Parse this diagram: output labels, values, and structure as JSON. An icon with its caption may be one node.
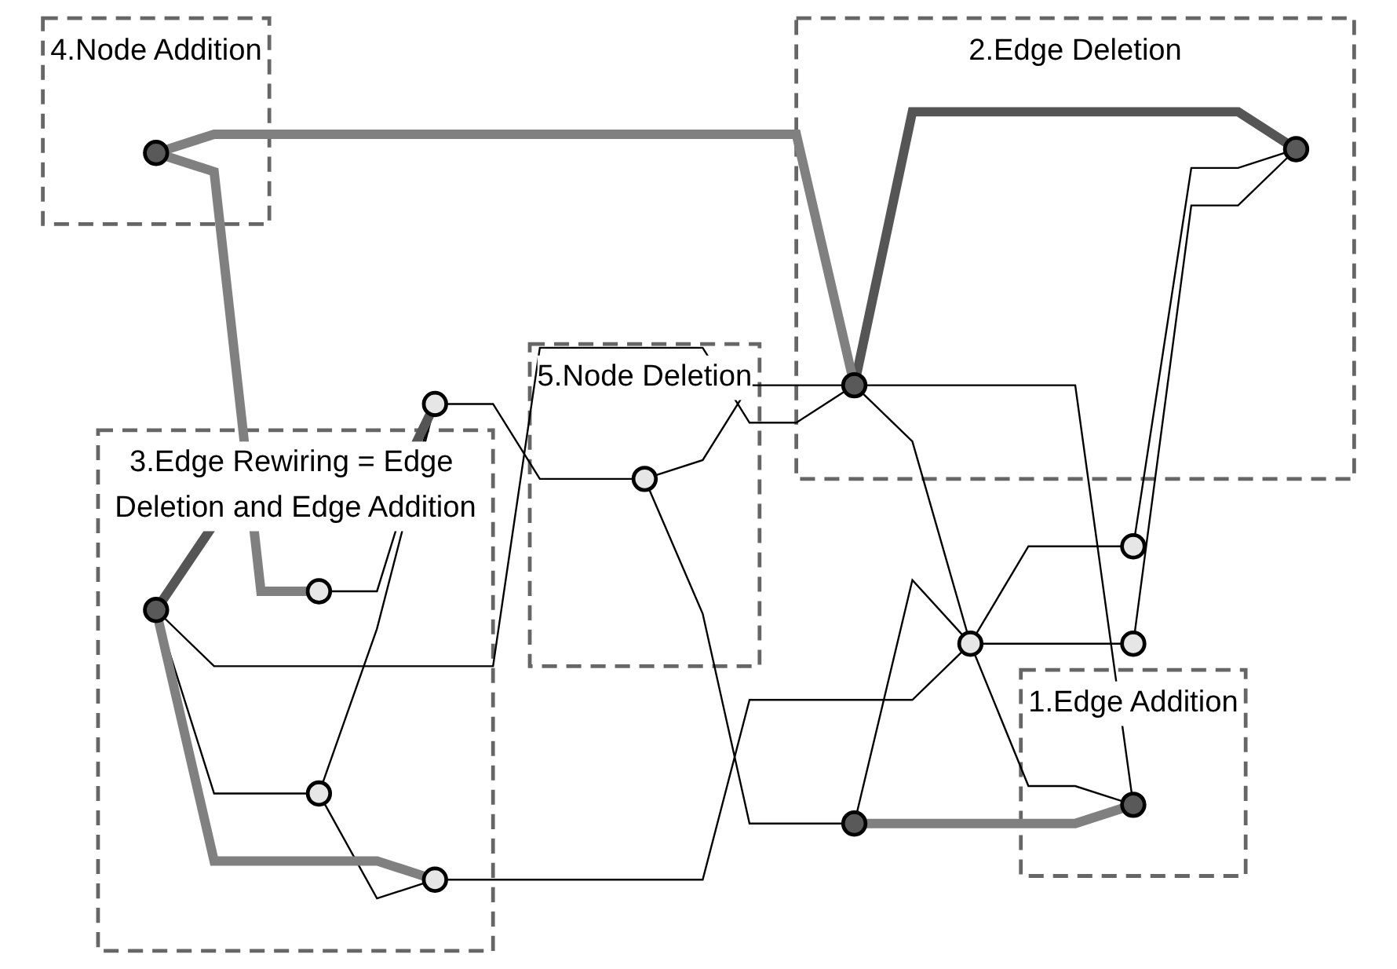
{
  "diagram": {
    "nodes": [
      {
        "text": [
          "3.Edge Rewiring = Edge Deletion and Edge Addition"
        ]
      },
      {
        "text": [],
        "shape": "circle",
        "in": 0
      },
      {
        "text": [],
        "shape": "circle",
        "in": 0
      },
      {
        "text": [],
        "shape": "circle",
        "in": 0
      },
      {
        "text": [],
        "shape": "circle",
        "in": 0
      },
      {
        "text": [
          "5.Node Deletion"
        ]
      },
      {
        "text": [],
        "shape": "circle",
        "in": 5
      },
      {
        "text": [],
        "shape": "circle"
      },
      {
        "text": [],
        "shape": "circle"
      },
      {
        "text": [
          "1.Edge Addition"
        ]
      },
      {
        "text": [],
        "shape": "circle",
        "in": 9
      },
      {
        "text": [],
        "shape": "circle"
      },
      {
        "text": [
          "4.Node Addition"
        ]
      },
      {
        "text": [],
        "shape": "circle",
        "in": 12
      },
      {
        "text": [
          "2.Edge Deletion"
        ]
      },
      {
        "text": [],
        "shape": "circle",
        "in": 14
      },
      {
        "text": [],
        "shape": "circle"
      },
      {
        "text": [],
        "shape": "circle"
      },
      {
        "text": [],
        "shape": "circle",
        "in": 14
      }
    ],
    "edges": [
      {
        "from": 1,
        "to": 2,
        "arrow": "none"
      },
      {
        "from": 2,
        "to": 7,
        "arrow": "none"
      },
      {
        "from": 2,
        "to": 4,
        "arrow": "none"
      },
      {
        "from": 1,
        "to": 15,
        "arrow": "none"
      },
      {
        "from": 3,
        "to": 7,
        "arrow": "none"
      },
      {
        "from": 4,
        "to": 11,
        "arrow": "none"
      },
      {
        "from": 7,
        "to": 6,
        "arrow": "none"
      },
      {
        "from": 6,
        "to": 15,
        "arrow": "none"
      },
      {
        "from": 6,
        "to": 8,
        "arrow": "none"
      },
      {
        "from": 8,
        "to": 11,
        "arrow": "none"
      },
      {
        "from": 8,
        "to": 10,
        "arrow": "none",
        "style": "thick",
        "color": "#808080"
      },
      {
        "from": 11,
        "to": 10,
        "arrow": "none"
      },
      {
        "from": 11,
        "to": 16,
        "arrow": "none"
      },
      {
        "from": 11,
        "to": 17,
        "arrow": "none"
      },
      {
        "from": 15,
        "to": 10,
        "arrow": "none"
      },
      {
        "from": 15,
        "to": 11,
        "arrow": "none"
      },
      {
        "from": 16,
        "to": 18,
        "arrow": "none"
      },
      {
        "from": 17,
        "to": 18,
        "arrow": "none"
      },
      {
        "from": 15,
        "to": 18,
        "arrow": "none",
        "style": "thick",
        "color": "#555555"
      },
      {
        "from": 13,
        "to": 3,
        "arrow": "none",
        "style": "thick",
        "color": "#808080"
      },
      {
        "from": 13,
        "to": 15,
        "arrow": "none",
        "style": "thick",
        "color": "#808080"
      },
      {
        "from": 1,
        "to": 4,
        "arrow": "none",
        "style": "thick",
        "color": "#808080"
      },
      {
        "from": 1,
        "to": 7,
        "arrow": "none",
        "style": "thick",
        "color": "#555555"
      }
    ]
  }
}
